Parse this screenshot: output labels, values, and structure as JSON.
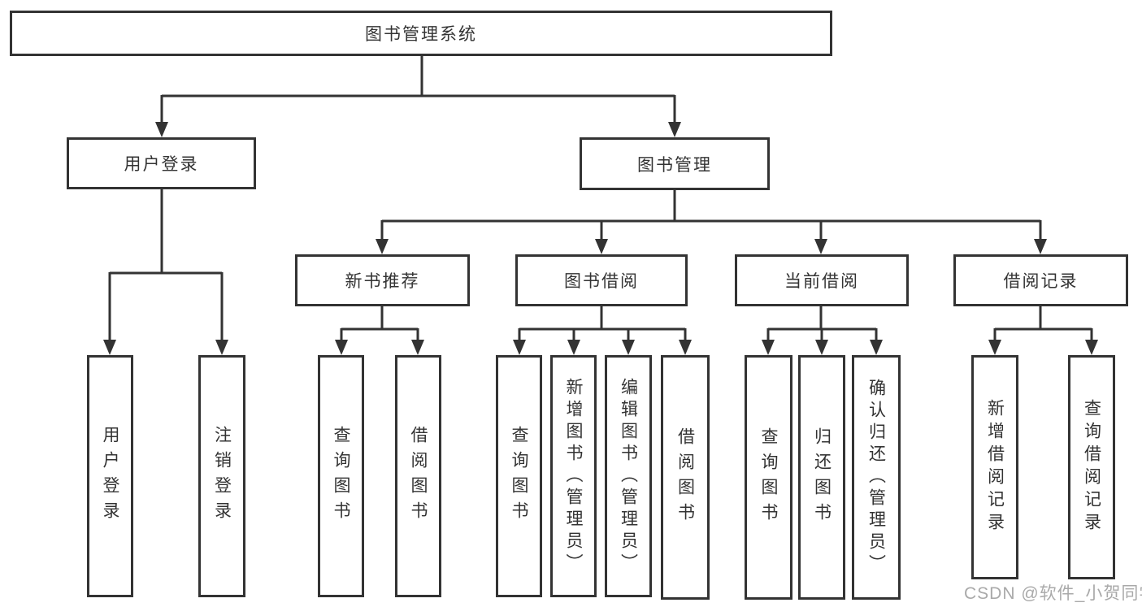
{
  "diagram": {
    "nodes": {
      "root": "图书管理系统",
      "user_login": "用户登录",
      "book_management": "图书管理",
      "new_book_recommend": "新书推荐",
      "book_borrow": "图书借阅",
      "current_borrow": "当前借阅",
      "borrow_records": "借阅记录",
      "leaf_user_login": "用户登录",
      "leaf_logout": "注销登录",
      "leaf_nbr_query_book": "查询图书",
      "leaf_nbr_borrow_book": "借阅图书",
      "leaf_bb_query_book": "查询图书",
      "leaf_bb_add_book": "新增图书（管理员）",
      "leaf_bb_edit_book": "编辑图书（管理员）",
      "leaf_bb_borrow_book": "借阅图书",
      "leaf_cb_query_book": "查询图书",
      "leaf_cb_return_book": "归还图书",
      "leaf_cb_confirm_return": "确认归还（管理员）",
      "leaf_br_add_record": "新增借阅记录",
      "leaf_br_query_record": "查询借阅记录"
    },
    "colors": {
      "line": "#333333",
      "text": "#333333",
      "background": "#ffffff",
      "watermark": "#a9a9a9"
    },
    "watermark": "CSDN @软件_小贺同学"
  }
}
